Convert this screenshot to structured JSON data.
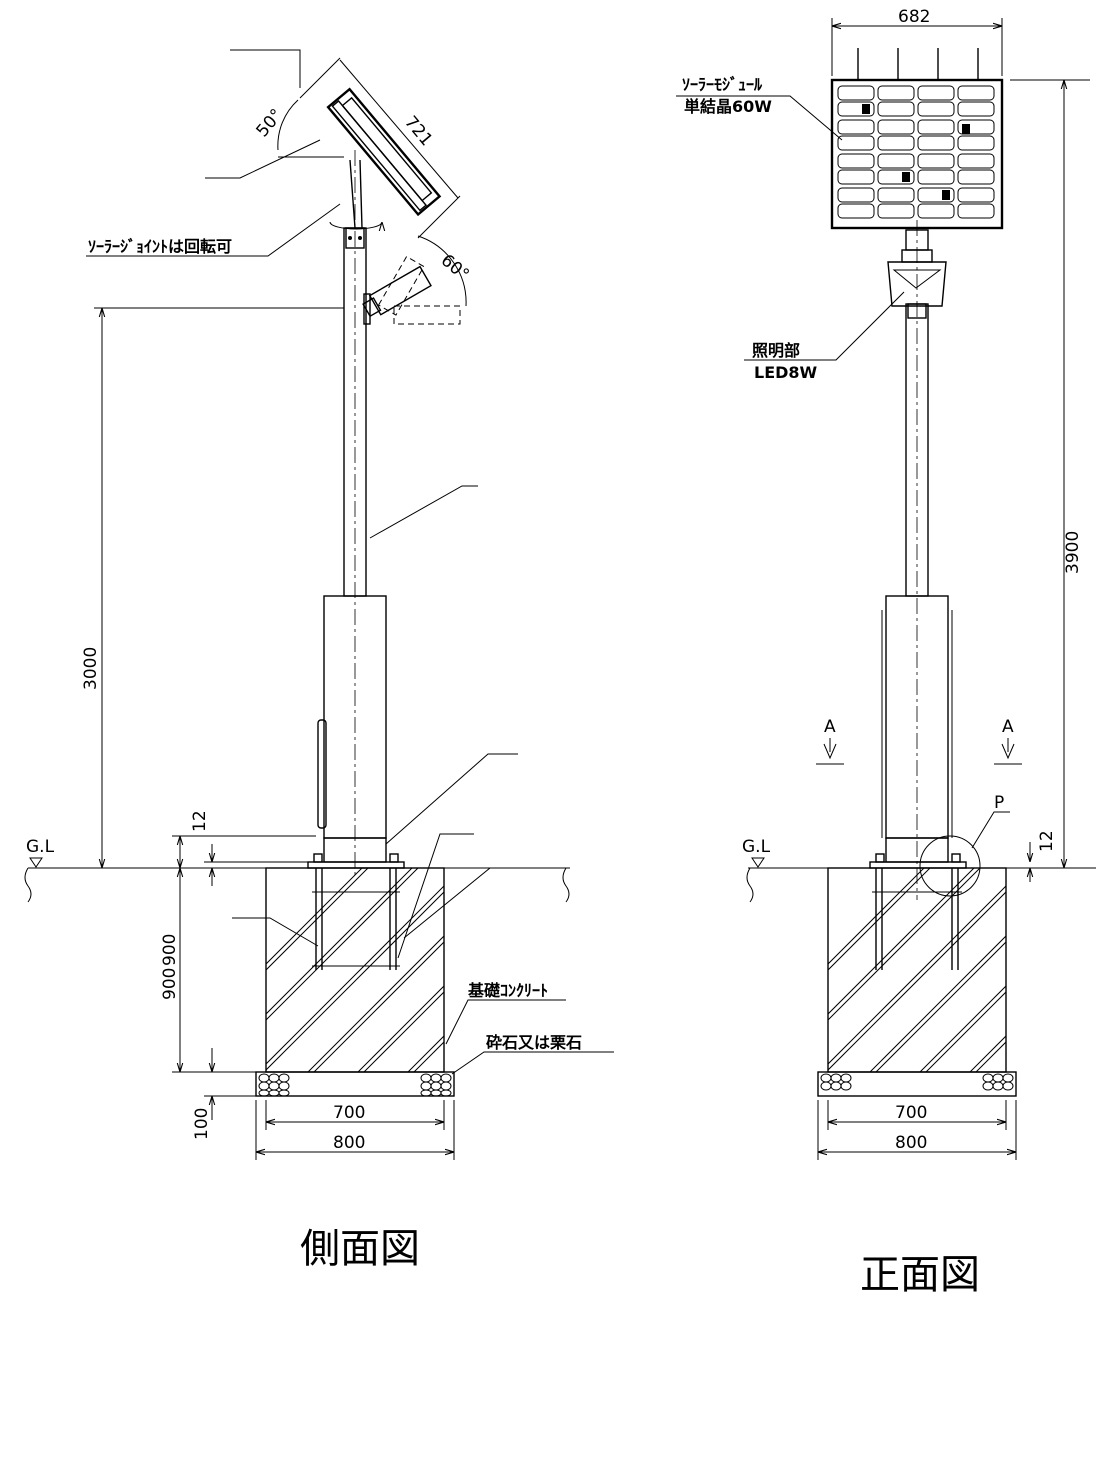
{
  "side_view": {
    "title": "側面図",
    "dim_panel": "721",
    "angle_panel": "50°",
    "angle_light": "60°",
    "dim_pole": "3000",
    "dim_base_upper": "900",
    "dim_base_gap": "12",
    "dim_foundation": "900",
    "dim_gravel": "100",
    "dim_width_inner": "700",
    "dim_width_outer": "800",
    "gl": "G.L",
    "label_joint": "ｿｰﾗｰｼﾞｮｲﾝﾄは回転可",
    "label_concrete": "基礎ｺﾝｸﾘｰﾄ",
    "label_gravel": "砕石又は栗石"
  },
  "front_view": {
    "title": "正面図",
    "dim_panel_width": "682",
    "dim_height": "3900",
    "dim_gap": "12",
    "gl": "G.L",
    "section_a_left": "A",
    "section_a_right": "A",
    "detail_p": "P",
    "label_module_1": "ｿｰﾗｰﾓｼﾞｭｰﾙ",
    "label_module_2": "単結晶60W",
    "label_light_1": "照明部",
    "label_light_2": "LED8W",
    "dim_width_inner": "700",
    "dim_width_outer": "800"
  }
}
